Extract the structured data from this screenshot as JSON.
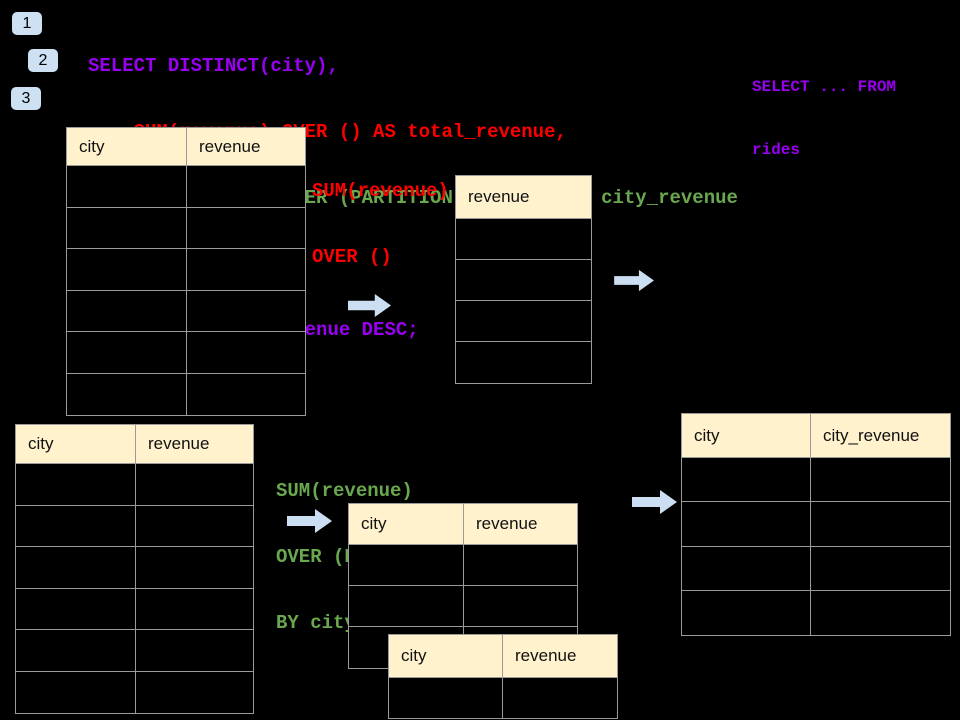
{
  "colors": {
    "background": "#000000",
    "purple": "#9900F2",
    "red": "#FF0000",
    "green": "#6AA84F",
    "header_bg": "#FFF2CC",
    "table_border": "#9A9A9A",
    "arrow_fill": "#CCDFF2",
    "badge_bg": "#CDE1F2"
  },
  "step_badges": [
    {
      "label": "1"
    },
    {
      "label": "2"
    },
    {
      "label": "3"
    }
  ],
  "sql_code": {
    "lines": [
      {
        "text": "SELECT DISTINCT(city),",
        "color": "purple"
      },
      {
        "text": "    SUM(revenue) OVER () AS total_revenue,",
        "color": "red"
      },
      {
        "text": "    SUM(revenue) OVER (PARTITION BY city) as city_revenue",
        "color": "green"
      },
      {
        "text": "  FROM rides",
        "color": "purple"
      },
      {
        "text": "  ORDER by city_revenue DESC;",
        "color": "purple"
      }
    ]
  },
  "from_note": {
    "lines": [
      "SELECT ... FROM",
      "rides"
    ],
    "color": "purple"
  },
  "annotations": {
    "over_all": {
      "lines": [
        "SUM(revenue)",
        "OVER ()"
      ],
      "color": "red"
    },
    "over_partition": {
      "lines": [
        "SUM(revenue)",
        "OVER (PARTITION",
        "BY city)"
      ],
      "color": "green"
    }
  },
  "tables": {
    "source_top": {
      "headers": [
        "city",
        "revenue"
      ],
      "body_rows": 6
    },
    "total_result": {
      "headers": [
        "revenue"
      ],
      "body_rows": 4
    },
    "source_bottom": {
      "headers": [
        "city",
        "revenue"
      ],
      "body_rows": 6
    },
    "partition_back": {
      "headers": [
        "city",
        "revenue"
      ],
      "body_rows": 3
    },
    "partition_front": {
      "headers": [
        "city",
        "revenue"
      ],
      "body_rows": 1
    },
    "final_result": {
      "headers": [
        "city",
        "city_revenue"
      ],
      "body_rows": 4
    }
  }
}
